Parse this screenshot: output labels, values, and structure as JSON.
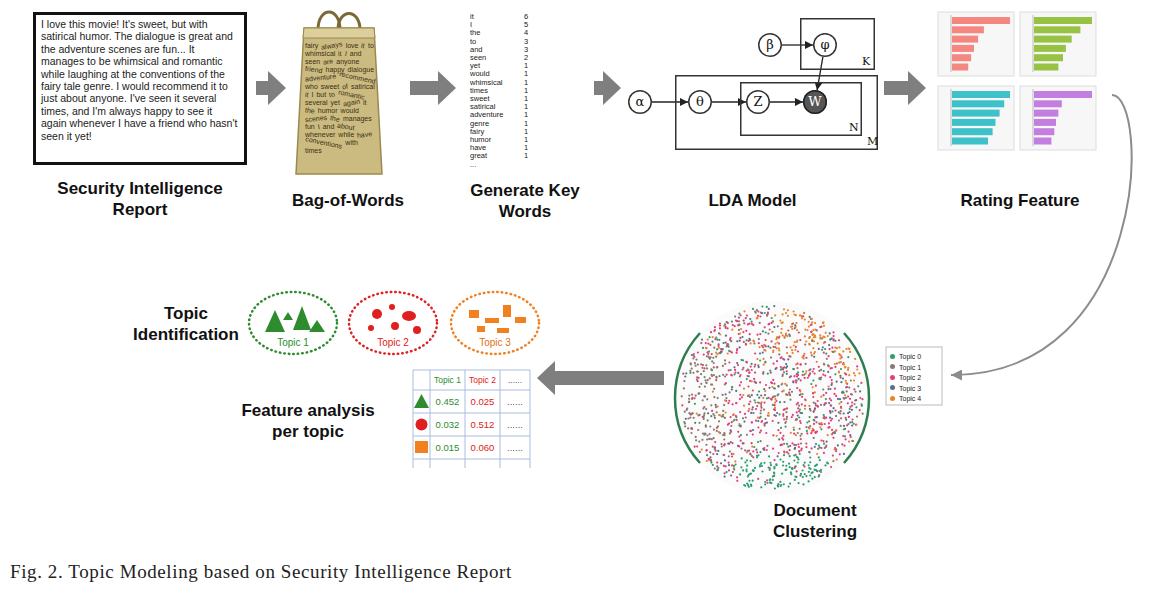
{
  "diagram": {
    "caption": "Fig. 2. Topic Modeling based on Security Intelligence Report",
    "nodes": [
      {
        "text": [
          "I love this movie! It's sweet, but with satirical humor. The dialogue is great and the adventure scenes are fun... It manages to be whimsical and romantic while laughing at the conventions of the fairy tale genre. I would recommend it to just about anyone. I've seen it several times, and I'm always happy to see it again whenever I have a friend who hasn't seen it yet!",
          "Security Intelligence Report"
        ]
      },
      {
        "text": [
          "Bag-of-Words"
        ]
      },
      {
        "text": [
          "Generate Key Words"
        ]
      },
      {
        "text": [
          "LDA Model"
        ]
      },
      {
        "text": [
          "α"
        ],
        "in": 3
      },
      {
        "text": [
          "M"
        ],
        "in": 3
      },
      {
        "text": [
          "θ"
        ],
        "in": 5
      },
      {
        "text": [
          "N"
        ],
        "in": 5
      },
      {
        "text": [
          "Z"
        ],
        "in": 7
      },
      {
        "text": [
          "W"
        ],
        "in": 7
      },
      {
        "text": [
          "β"
        ],
        "in": 3
      },
      {
        "text": [
          "K"
        ],
        "in": 3
      },
      {
        "text": [
          "φ"
        ],
        "in": 11
      },
      {
        "text": [
          "Rating Feature"
        ]
      },
      {
        "text": [
          "Topic Identification"
        ]
      },
      {
        "text": [
          "Topic 1"
        ],
        "in": 14
      },
      {
        "text": [
          "Topic 2"
        ],
        "in": 14
      },
      {
        "text": [
          "Topic 3"
        ],
        "in": 14
      },
      {
        "text": [
          "Feature analysis per topic"
        ]
      },
      {
        "text": [
          "Document Clustering"
        ]
      }
    ],
    "edges": [
      {
        "from": 0,
        "to": 1,
        "arrow": "to"
      },
      {
        "from": 1,
        "to": 2,
        "arrow": "to"
      },
      {
        "from": 2,
        "to": 3,
        "arrow": "to"
      },
      {
        "from": 3,
        "to": 13,
        "arrow": "to"
      },
      {
        "from": 13,
        "to": 19,
        "arrow": "to"
      },
      {
        "from": 19,
        "to": 18,
        "arrow": "to"
      },
      {
        "from": 4,
        "to": 6,
        "arrow": "to"
      },
      {
        "from": 6,
        "to": 8,
        "arrow": "to"
      },
      {
        "from": 8,
        "to": 9,
        "arrow": "to"
      },
      {
        "from": 10,
        "to": 12,
        "arrow": "to"
      },
      {
        "from": 12,
        "to": 9,
        "arrow": "to"
      }
    ],
    "labels": [
      "fairy",
      "always",
      "love",
      "it",
      "to",
      "whimsical",
      "it",
      "I",
      "and",
      "seen",
      "are",
      "anyone",
      "friend",
      "happy",
      "dialogue",
      "adventure",
      "recommend",
      "who",
      "sweet",
      "of",
      "satirical",
      "it",
      "I",
      "but",
      "to",
      "romantic",
      "several",
      "yet",
      "again",
      "it",
      "the",
      "humor",
      "would",
      "scenes",
      "the",
      "manages",
      "fun",
      "I",
      "and",
      "about",
      "whenever",
      "while",
      "have",
      "conventions",
      "with",
      "times",
      "it",
      "6",
      "I",
      "5",
      "the",
      "4",
      "to",
      "3",
      "and",
      "3",
      "seen",
      "2",
      "yet",
      "1",
      "would",
      "1",
      "whimsical",
      "1",
      "times",
      "1",
      "sweet",
      "1",
      "satirical",
      "1",
      "adventure",
      "1",
      "genre",
      "1",
      "fairy",
      "1",
      "humor",
      "1",
      "have",
      "1",
      "great",
      "1",
      "...",
      "Topic 1",
      "Topic 2",
      "......",
      "0.452",
      "0.025",
      "......",
      "0.032",
      "0.512",
      "......",
      "0.015",
      "0.060",
      "......"
    ],
    "legend": [
      {
        "text": "Topic 0",
        "color": "#2e9e6e"
      },
      {
        "text": "Topic 1",
        "color": "#8a7a6e"
      },
      {
        "text": "Topic 2",
        "color": "#e0407a"
      },
      {
        "text": "Topic 3",
        "color": "#5a6e8a"
      },
      {
        "text": "Topic 4",
        "color": "#e8842c"
      }
    ]
  }
}
